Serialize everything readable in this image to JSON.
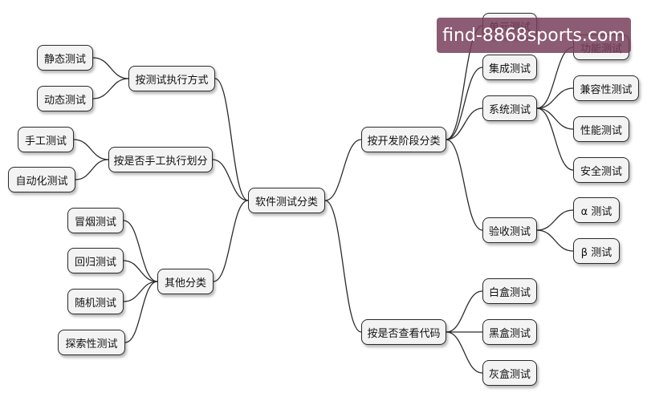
{
  "diagram": {
    "root": {
      "id": "root",
      "label": "软件测试分类"
    },
    "branches": [
      {
        "id": "by-exec",
        "label": "按测试执行方式",
        "children": [
          {
            "id": "static",
            "label": "静态测试"
          },
          {
            "id": "dynamic",
            "label": "动态测试"
          }
        ]
      },
      {
        "id": "by-manual",
        "label": "按是否手工执行划分",
        "children": [
          {
            "id": "manual",
            "label": "手工测试"
          },
          {
            "id": "auto",
            "label": "自动化测试"
          }
        ]
      },
      {
        "id": "other",
        "label": "其他分类",
        "children": [
          {
            "id": "smoke",
            "label": "冒烟测试"
          },
          {
            "id": "regress",
            "label": "回归测试"
          },
          {
            "id": "random",
            "label": "随机测试"
          },
          {
            "id": "explore",
            "label": "探索性测试"
          }
        ]
      },
      {
        "id": "by-stage",
        "label": "按开发阶段分类",
        "children": [
          {
            "id": "unit",
            "label": "单元测试"
          },
          {
            "id": "integ",
            "label": "集成测试"
          },
          {
            "id": "system",
            "label": "系统测试",
            "children": [
              {
                "id": "func",
                "label": "功能测试"
              },
              {
                "id": "compat",
                "label": "兼容性测试"
              },
              {
                "id": "perf",
                "label": "性能测试"
              },
              {
                "id": "sec",
                "label": "安全测试"
              }
            ]
          },
          {
            "id": "accept",
            "label": "验收测试",
            "children": [
              {
                "id": "alpha",
                "label": "α 测试"
              },
              {
                "id": "beta",
                "label": "β 测试"
              }
            ]
          }
        ]
      },
      {
        "id": "by-code",
        "label": "按是否查看代码",
        "children": [
          {
            "id": "white",
            "label": "白盒测试"
          },
          {
            "id": "black",
            "label": "黑盒测试"
          },
          {
            "id": "gray",
            "label": "灰盒测试"
          }
        ]
      }
    ]
  },
  "watermark": {
    "text": "find-8868sports.com"
  },
  "colors": {
    "line": "#2a2a2a",
    "node_fill": "#f3f3f3",
    "watermark_bg": "#783e5c"
  }
}
